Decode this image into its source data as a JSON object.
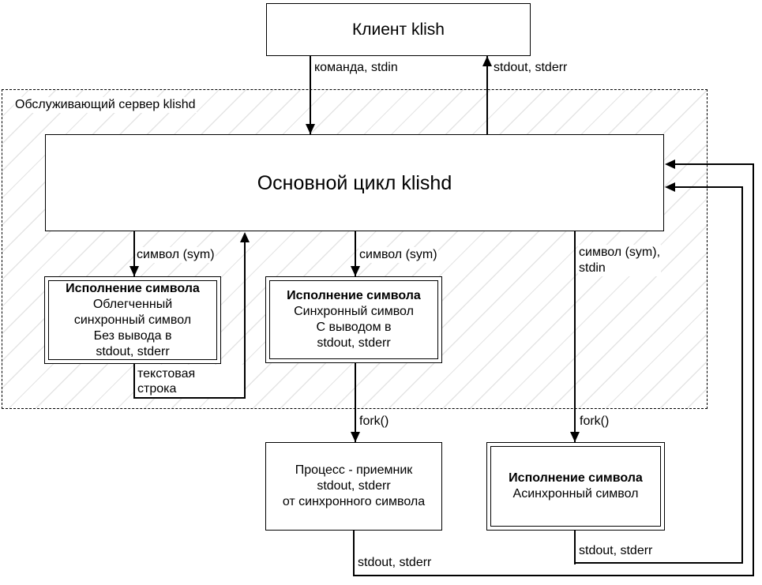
{
  "diagram": {
    "client": {
      "label": "Клиент klish"
    },
    "server": {
      "label": "Обслуживающий сервер klishd"
    },
    "main_loop": {
      "label": "Основной цикл klishd"
    },
    "exec_light": {
      "title": "Исполнение символа",
      "line1": "Облегченный",
      "line2": "синхронный символ",
      "line3": "Без вывода в",
      "line4": "stdout, stderr"
    },
    "exec_sync": {
      "title": "Исполнение символа",
      "line1": "Синхронный символ",
      "line2": "С выводом в",
      "line3": "stdout, stderr"
    },
    "receiver": {
      "line1": "Процесс - приемник",
      "line2": "stdout, stderr",
      "line3": "от синхронного символа"
    },
    "exec_async": {
      "title": "Исполнение символа",
      "line1": "Асинхронный символ"
    },
    "edges": {
      "command_stdin": "команда, stdin",
      "stdout_stderr_to_client": "stdout, stderr",
      "symbol_sym_light": "символ (sym)",
      "symbol_sym_sync": "символ (sym)",
      "symbol_sym_stdin_1": "символ (sym),",
      "symbol_sym_stdin_2": "stdin",
      "text_string_1": "текстовая",
      "text_string_2": "строка",
      "fork_sync": "fork()",
      "fork_async": "fork()",
      "stdout_stderr_receiver": "stdout, stderr",
      "stdout_stderr_async": "stdout, stderr"
    },
    "colors": {
      "stroke": "#000000",
      "background": "#ffffff",
      "hatch_line": "#e4e4e4"
    }
  }
}
